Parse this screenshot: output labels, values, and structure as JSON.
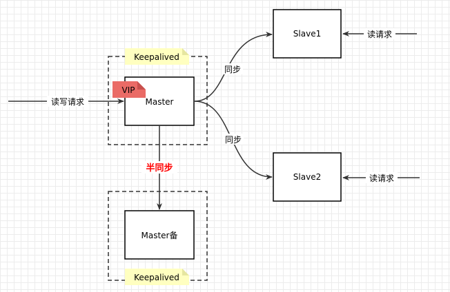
{
  "diagram": {
    "nodes": {
      "master": "Master",
      "master_backup": "Master备",
      "slave1": "Slave1",
      "slave2": "Slave2"
    },
    "tags": {
      "keepalived_top": "Keepalived",
      "keepalived_bottom": "Keepalived",
      "vip": "VIP"
    },
    "edge_labels": {
      "read_write_request": "读写请求",
      "sync_to_slave1": "同步",
      "sync_to_slave2": "同步",
      "semi_sync": "半同步",
      "read_request_slave1": "读请求",
      "read_request_slave2": "读请求"
    }
  },
  "colors": {
    "keepalived_fill": "#ffffc0",
    "vip_fill": "#ea6b66",
    "vip_fold": "#c8504d",
    "semi_sync_text": "#ff0000",
    "stroke": "#000000"
  }
}
